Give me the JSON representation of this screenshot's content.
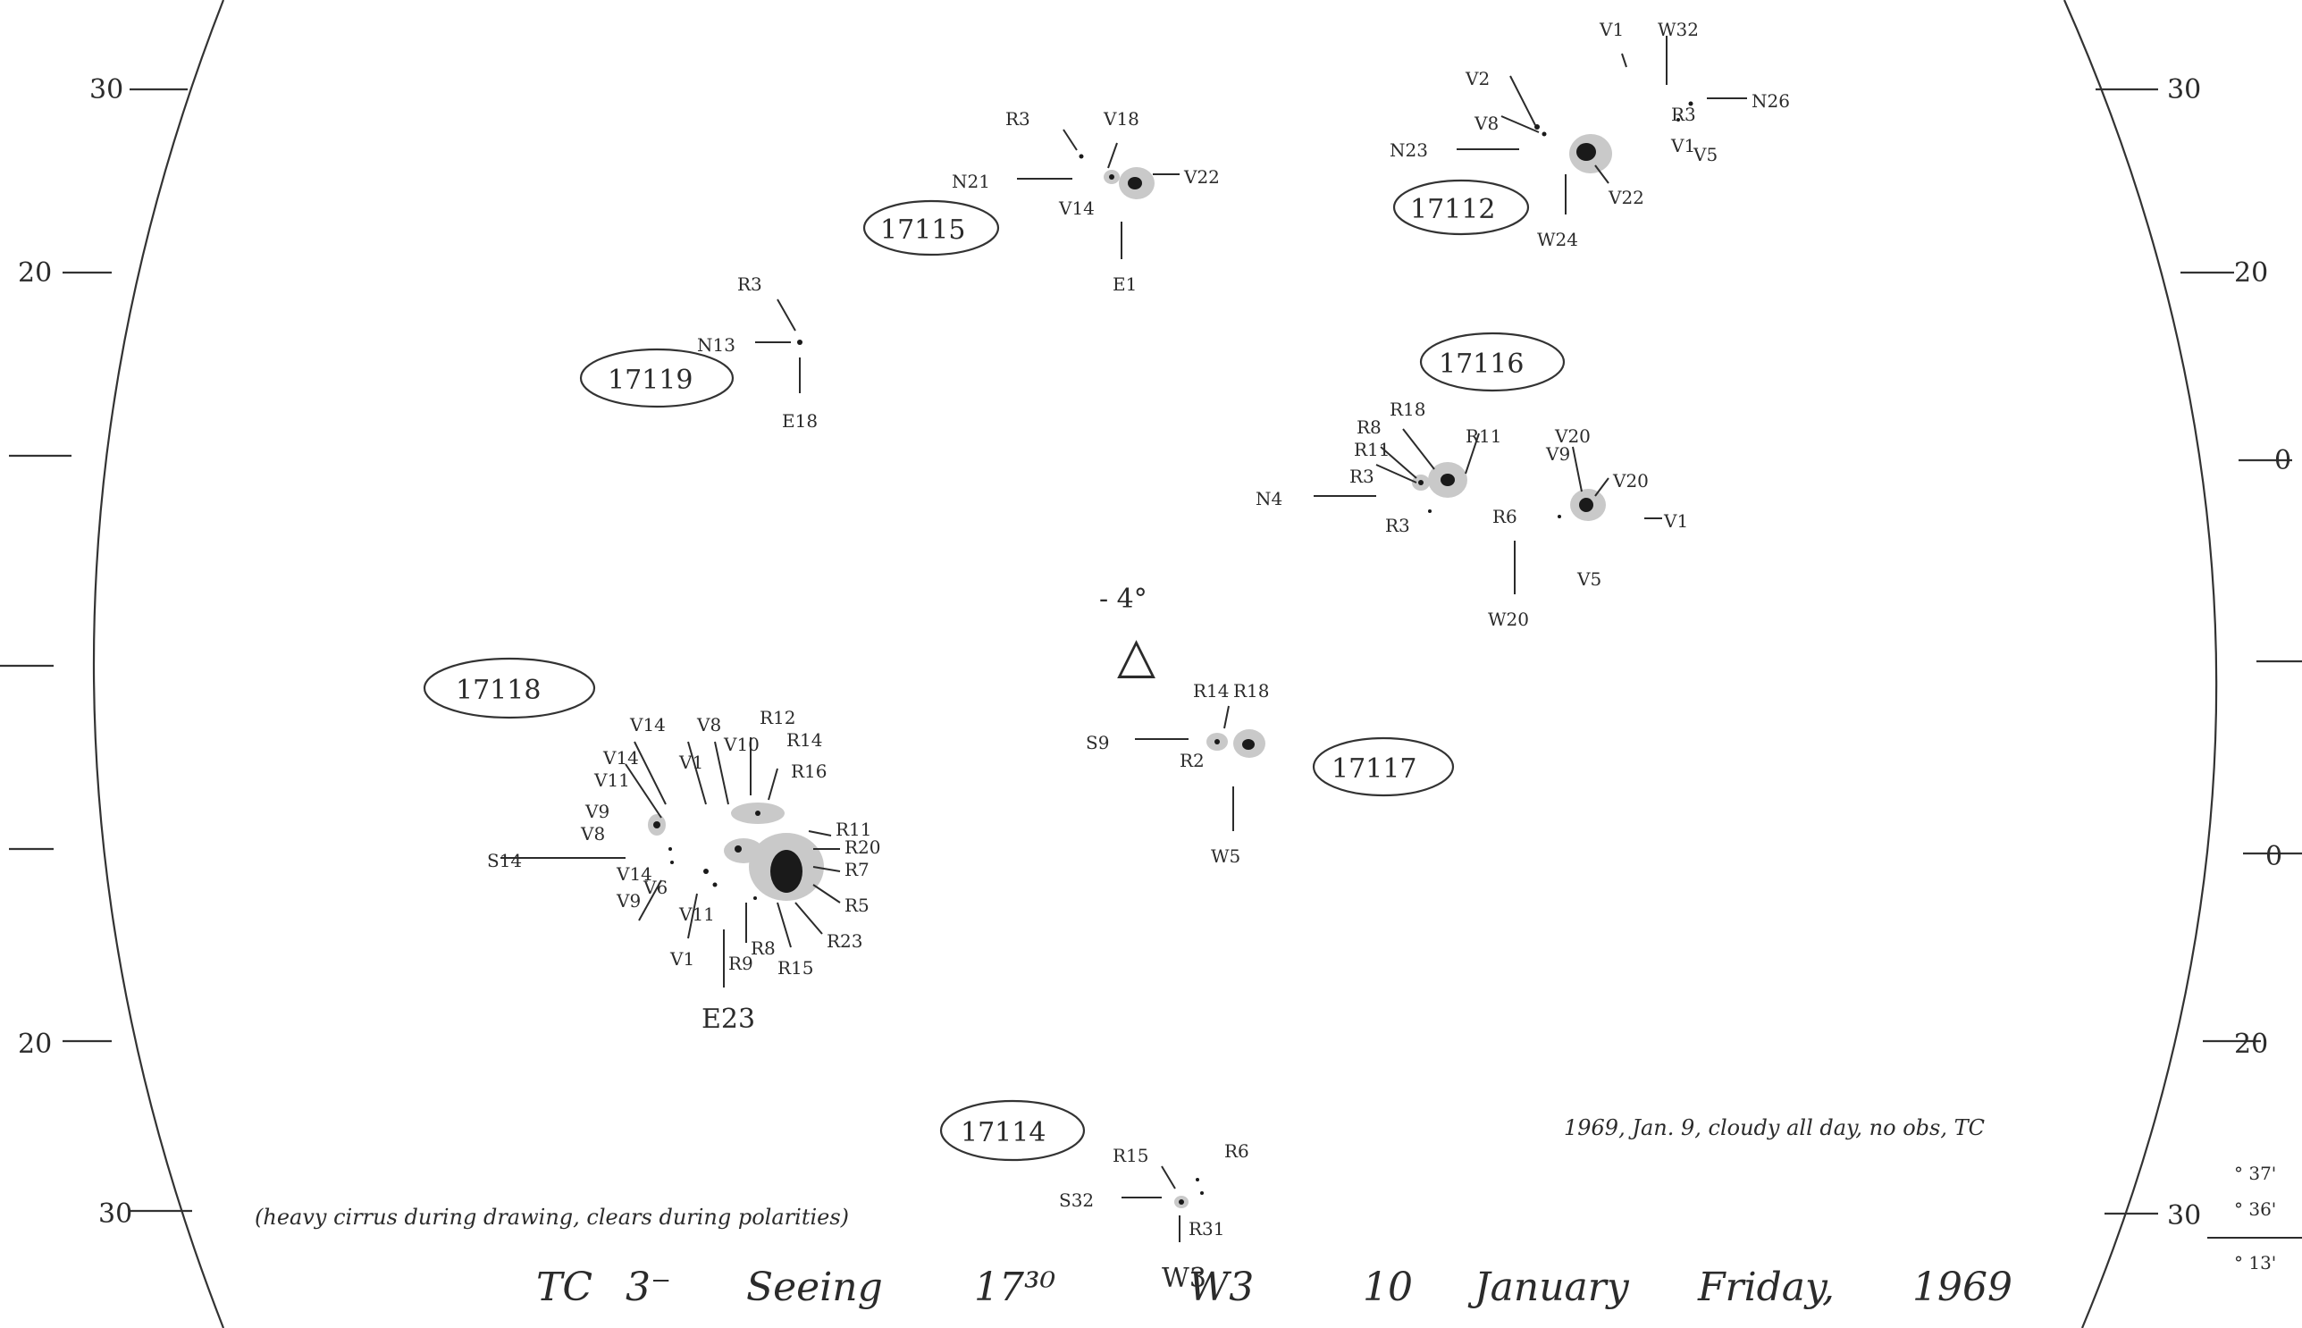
{
  "drawing": {
    "title_line": [
      "1969",
      "Friday,",
      "January",
      "10",
      "W3",
      "17³⁰",
      "Seeing",
      "3⁻",
      "TC"
    ],
    "seeing_note": "(heavy cirrus during drawing, clears during polarities)",
    "weather_note": "1969, Jan. 9, cloudy all day, no obs, TC",
    "angle_notes": [
      "° 37'",
      "° 36'",
      "° 13'"
    ],
    "disk_scale_left": [
      "30",
      "20",
      "20",
      "30"
    ],
    "disk_scale_right": [
      "30",
      "20",
      "0",
      "0",
      "20",
      "30"
    ],
    "marker": {
      "symbol": "△",
      "label": "- 4°"
    }
  },
  "regions": [
    {
      "id": "17112",
      "labels": [
        "W32",
        "V1",
        "N26",
        "R3",
        "V1",
        "V5",
        "V2",
        "V8",
        "N23",
        "V22",
        "W24"
      ]
    },
    {
      "id": "17115",
      "labels": [
        "V18",
        "R3",
        "N21",
        "V22",
        "V14",
        "E1"
      ]
    },
    {
      "id": "17119",
      "labels": [
        "R3",
        "N13",
        "E18"
      ]
    },
    {
      "id": "17116",
      "labels": [
        "R18",
        "R11",
        "R8",
        "R11",
        "R3",
        "N4",
        "R3",
        "V20",
        "V9",
        "V20",
        "R6",
        "V1",
        "V5",
        "W20"
      ]
    },
    {
      "id": "17117",
      "labels": [
        "R18",
        "R14",
        "S9",
        "R2",
        "W5"
      ]
    },
    {
      "id": "17118",
      "labels": [
        "V14",
        "V14",
        "V11",
        "V10",
        "V8",
        "R14",
        "R12",
        "R16",
        "V1",
        "V9",
        "V8",
        "R11",
        "R20",
        "S14",
        "V14",
        "R7",
        "V9",
        "V6",
        "V11",
        "R5",
        "V1",
        "R9",
        "R8",
        "R23",
        "R15",
        "E23"
      ]
    },
    {
      "id": "17114",
      "labels": [
        "R6",
        "R15",
        "S32",
        "R31",
        "W3"
      ]
    }
  ]
}
